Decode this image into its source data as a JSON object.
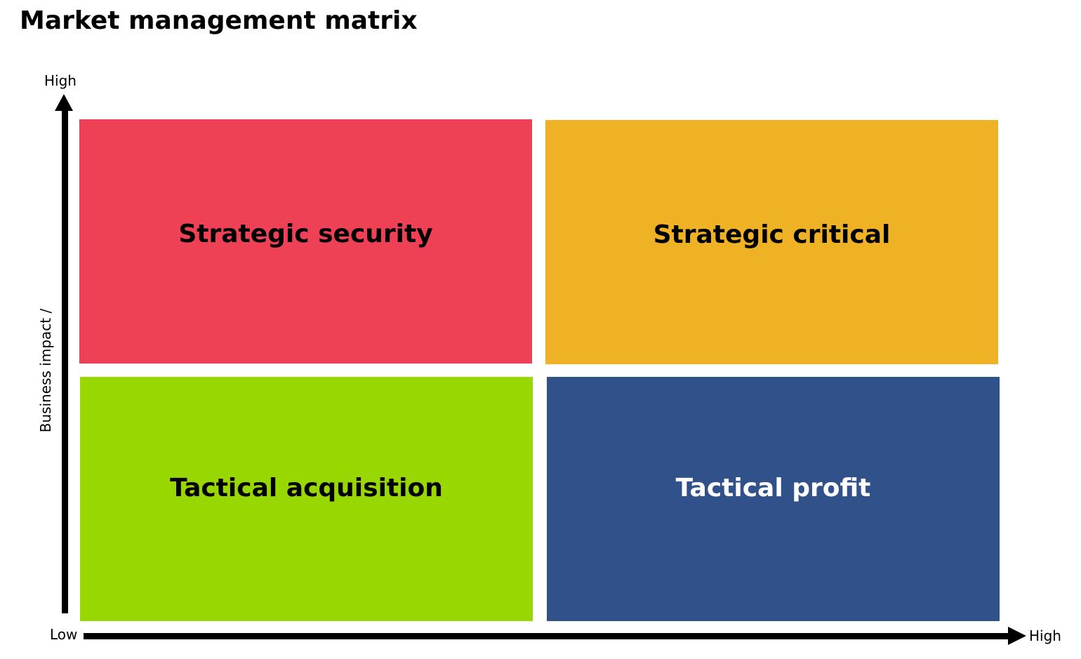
{
  "page": {
    "title": "Market management matrix"
  },
  "axes": {
    "y_high_label": "High",
    "y_axis_label": "Business impact /",
    "x_low_label": "Low",
    "x_high_label": "High"
  },
  "quadrants": {
    "top_left": {
      "label": "Strategic security",
      "color": "#ef4156",
      "text_color": "#000000"
    },
    "top_right": {
      "label": "Strategic critical",
      "color": "#efb224",
      "text_color": "#000000"
    },
    "bottom_left": {
      "label": "Tactical acquisition",
      "color": "#98d700",
      "text_color": "#000000"
    },
    "bottom_right": {
      "label": "Tactical profit",
      "color": "#31518b",
      "text_color": "#ffffff"
    }
  }
}
